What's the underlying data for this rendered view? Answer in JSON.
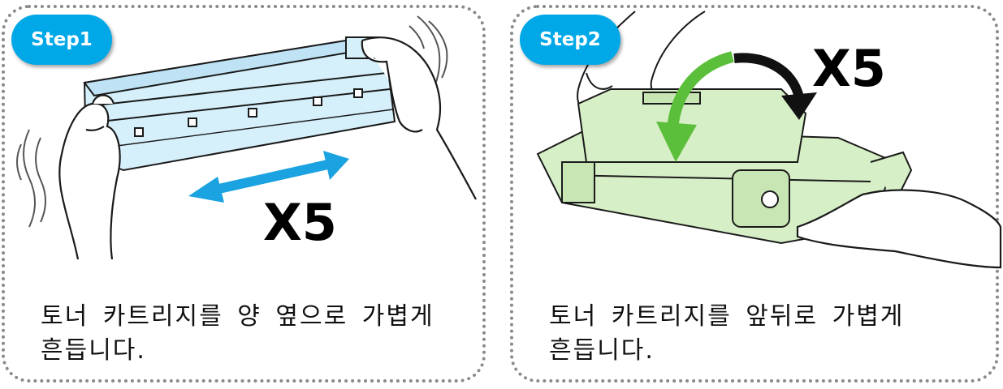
{
  "steps": [
    {
      "badge": "Step1",
      "count": "X5",
      "caption_line1": "토너 카트리지를 양 옆으로 가볍게",
      "caption_line2": "흔듭니다."
    },
    {
      "badge": "Step2",
      "count": "X5",
      "caption_line1": "토너 카트리지를 앞뒤로 가볍게",
      "caption_line2": "흔듭니다."
    }
  ],
  "colors": {
    "badge": "#00a8e8",
    "cartridge1": "#d6f0fb",
    "cartridge2": "#d7efc6",
    "arrow_blue": "#1aa3e0",
    "arrow_green": "#5cbf3b",
    "border": "#8a8a8a"
  },
  "icons": [
    "double-headed-arrow-icon",
    "curved-arrow-icon",
    "hands-icon",
    "shake-lines-icon"
  ]
}
